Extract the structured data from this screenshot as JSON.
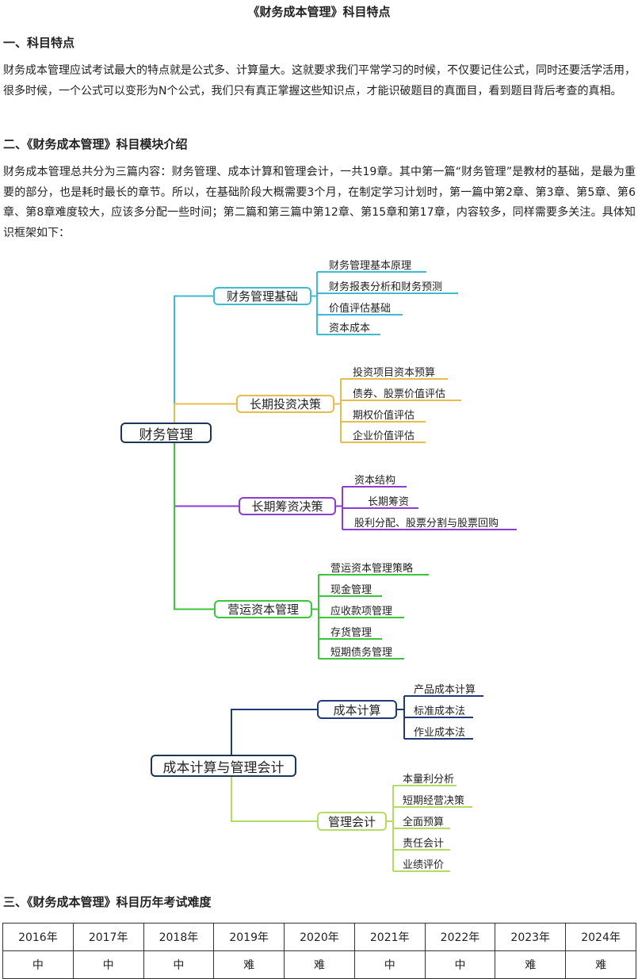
{
  "title": "《财务成本管理》科目特点",
  "section1": {
    "heading": "一、科目特点",
    "text": "财务成本管理应试考试最大的特点就是公式多、计算量大。这就要求我们平常学习的时候，不仅要记住公式，同时还要活学活用，很多时候，一个公式可以变形为N个公式，我们只有真正掌握这些知识点，才能识破题目的真面目，看到题目背后考查的真相。"
  },
  "section2": {
    "heading": "二、《财务成本管理》科目模块介绍",
    "text": "财务成本管理总共分为三篇内容：财务管理、成本计算和管理会计，一共19章。其中第一篇“财务管理”是教材的基础，是最为重要的部分，也是耗时最长的章节。所以，在基础阶段大概需要3个月，在制定学习计划时，第一篇中第2章、第3章、第5章、第6章、第8章难度较大，应该多分配一些时间；第二篇和第三篇中第12章、第15章和第17章，内容较多，同样需要多关注。具体知识框架如下："
  },
  "mindmap1": {
    "root": "财务管理",
    "branches": [
      {
        "label": "财务管理基础",
        "color": "#3cbcd4",
        "leaves": [
          "财务管理基本原理",
          "财务报表分析和财务预测",
          "价值评估基础",
          "资本成本"
        ]
      },
      {
        "label": "长期投资决策",
        "color": "#e6bd4c",
        "leaves": [
          "投资项目资本预算",
          "债券、股票价值评估",
          "期权价值评估",
          "企业价值评估"
        ]
      },
      {
        "label": "长期筹资决策",
        "color": "#8a3dd0",
        "leaves": [
          "资本结构",
          "长期筹资",
          "股利分配、股票分割与股票回购"
        ]
      },
      {
        "label": "营运资本管理",
        "color": "#3cc43c",
        "leaves": [
          "营运资本管理策略",
          "现金管理",
          "应收款项管理",
          "存货管理",
          "短期债务管理"
        ]
      }
    ]
  },
  "mindmap2": {
    "root": "成本计算与管理会计",
    "branches": [
      {
        "label": "成本计算",
        "color": "#1f3a78",
        "leaves": [
          "产品成本计算",
          "标准成本法",
          "作业成本法"
        ]
      },
      {
        "label": "管理会计",
        "color": "#b2dc62",
        "leaves": [
          "本量利分析",
          "短期经营决策",
          "全面预算",
          "责任会计",
          "业绩评价"
        ]
      }
    ]
  },
  "section3": {
    "heading": "三、《财务成本管理》科目历年考试难度",
    "years": [
      "2016年",
      "2017年",
      "2018年",
      "2019年",
      "2020年",
      "2021年",
      "2022年",
      "2023年",
      "2024年"
    ],
    "difficulty": [
      "中",
      "中",
      "中",
      "难",
      "难",
      "中",
      "中",
      "难",
      "难"
    ]
  }
}
